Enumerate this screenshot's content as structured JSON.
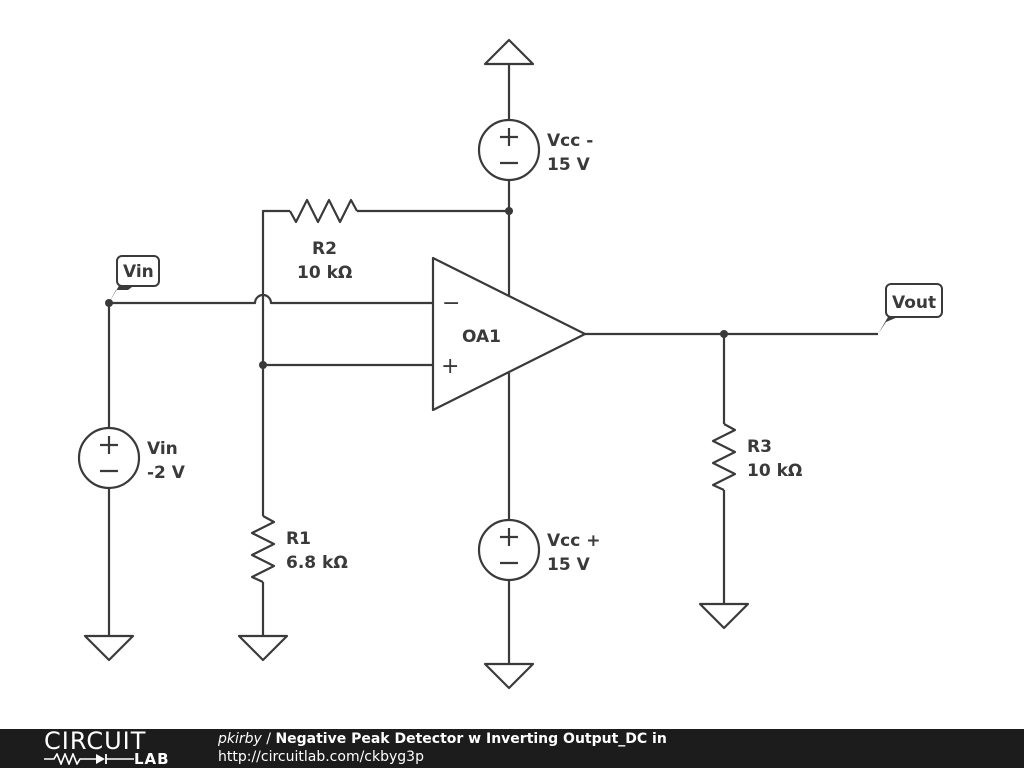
{
  "schematic": {
    "components": {
      "vcc_top": {
        "name": "Vcc -",
        "value": "15 V"
      },
      "vcc_bot": {
        "name": "Vcc +",
        "value": "15 V"
      },
      "vin_src": {
        "name": "Vin",
        "value": "-2 V"
      },
      "r1": {
        "name": "R1",
        "value": "6.8 kΩ"
      },
      "r2": {
        "name": "R2",
        "value": "10 kΩ"
      },
      "r3": {
        "name": "R3",
        "value": "10 kΩ"
      },
      "opamp": {
        "name": "OA1",
        "minus": "−",
        "plus": "+"
      }
    },
    "flags": {
      "vin": "Vin",
      "vout": "Vout"
    }
  },
  "footer": {
    "logo_top": "CIRCUIT",
    "logo_bottom": "LAB",
    "author": "pkirby",
    "separator": " / ",
    "title": "Negative Peak Detector w Inverting Output_DC in",
    "url": "http://circuitlab.com/ckbyg3p"
  }
}
